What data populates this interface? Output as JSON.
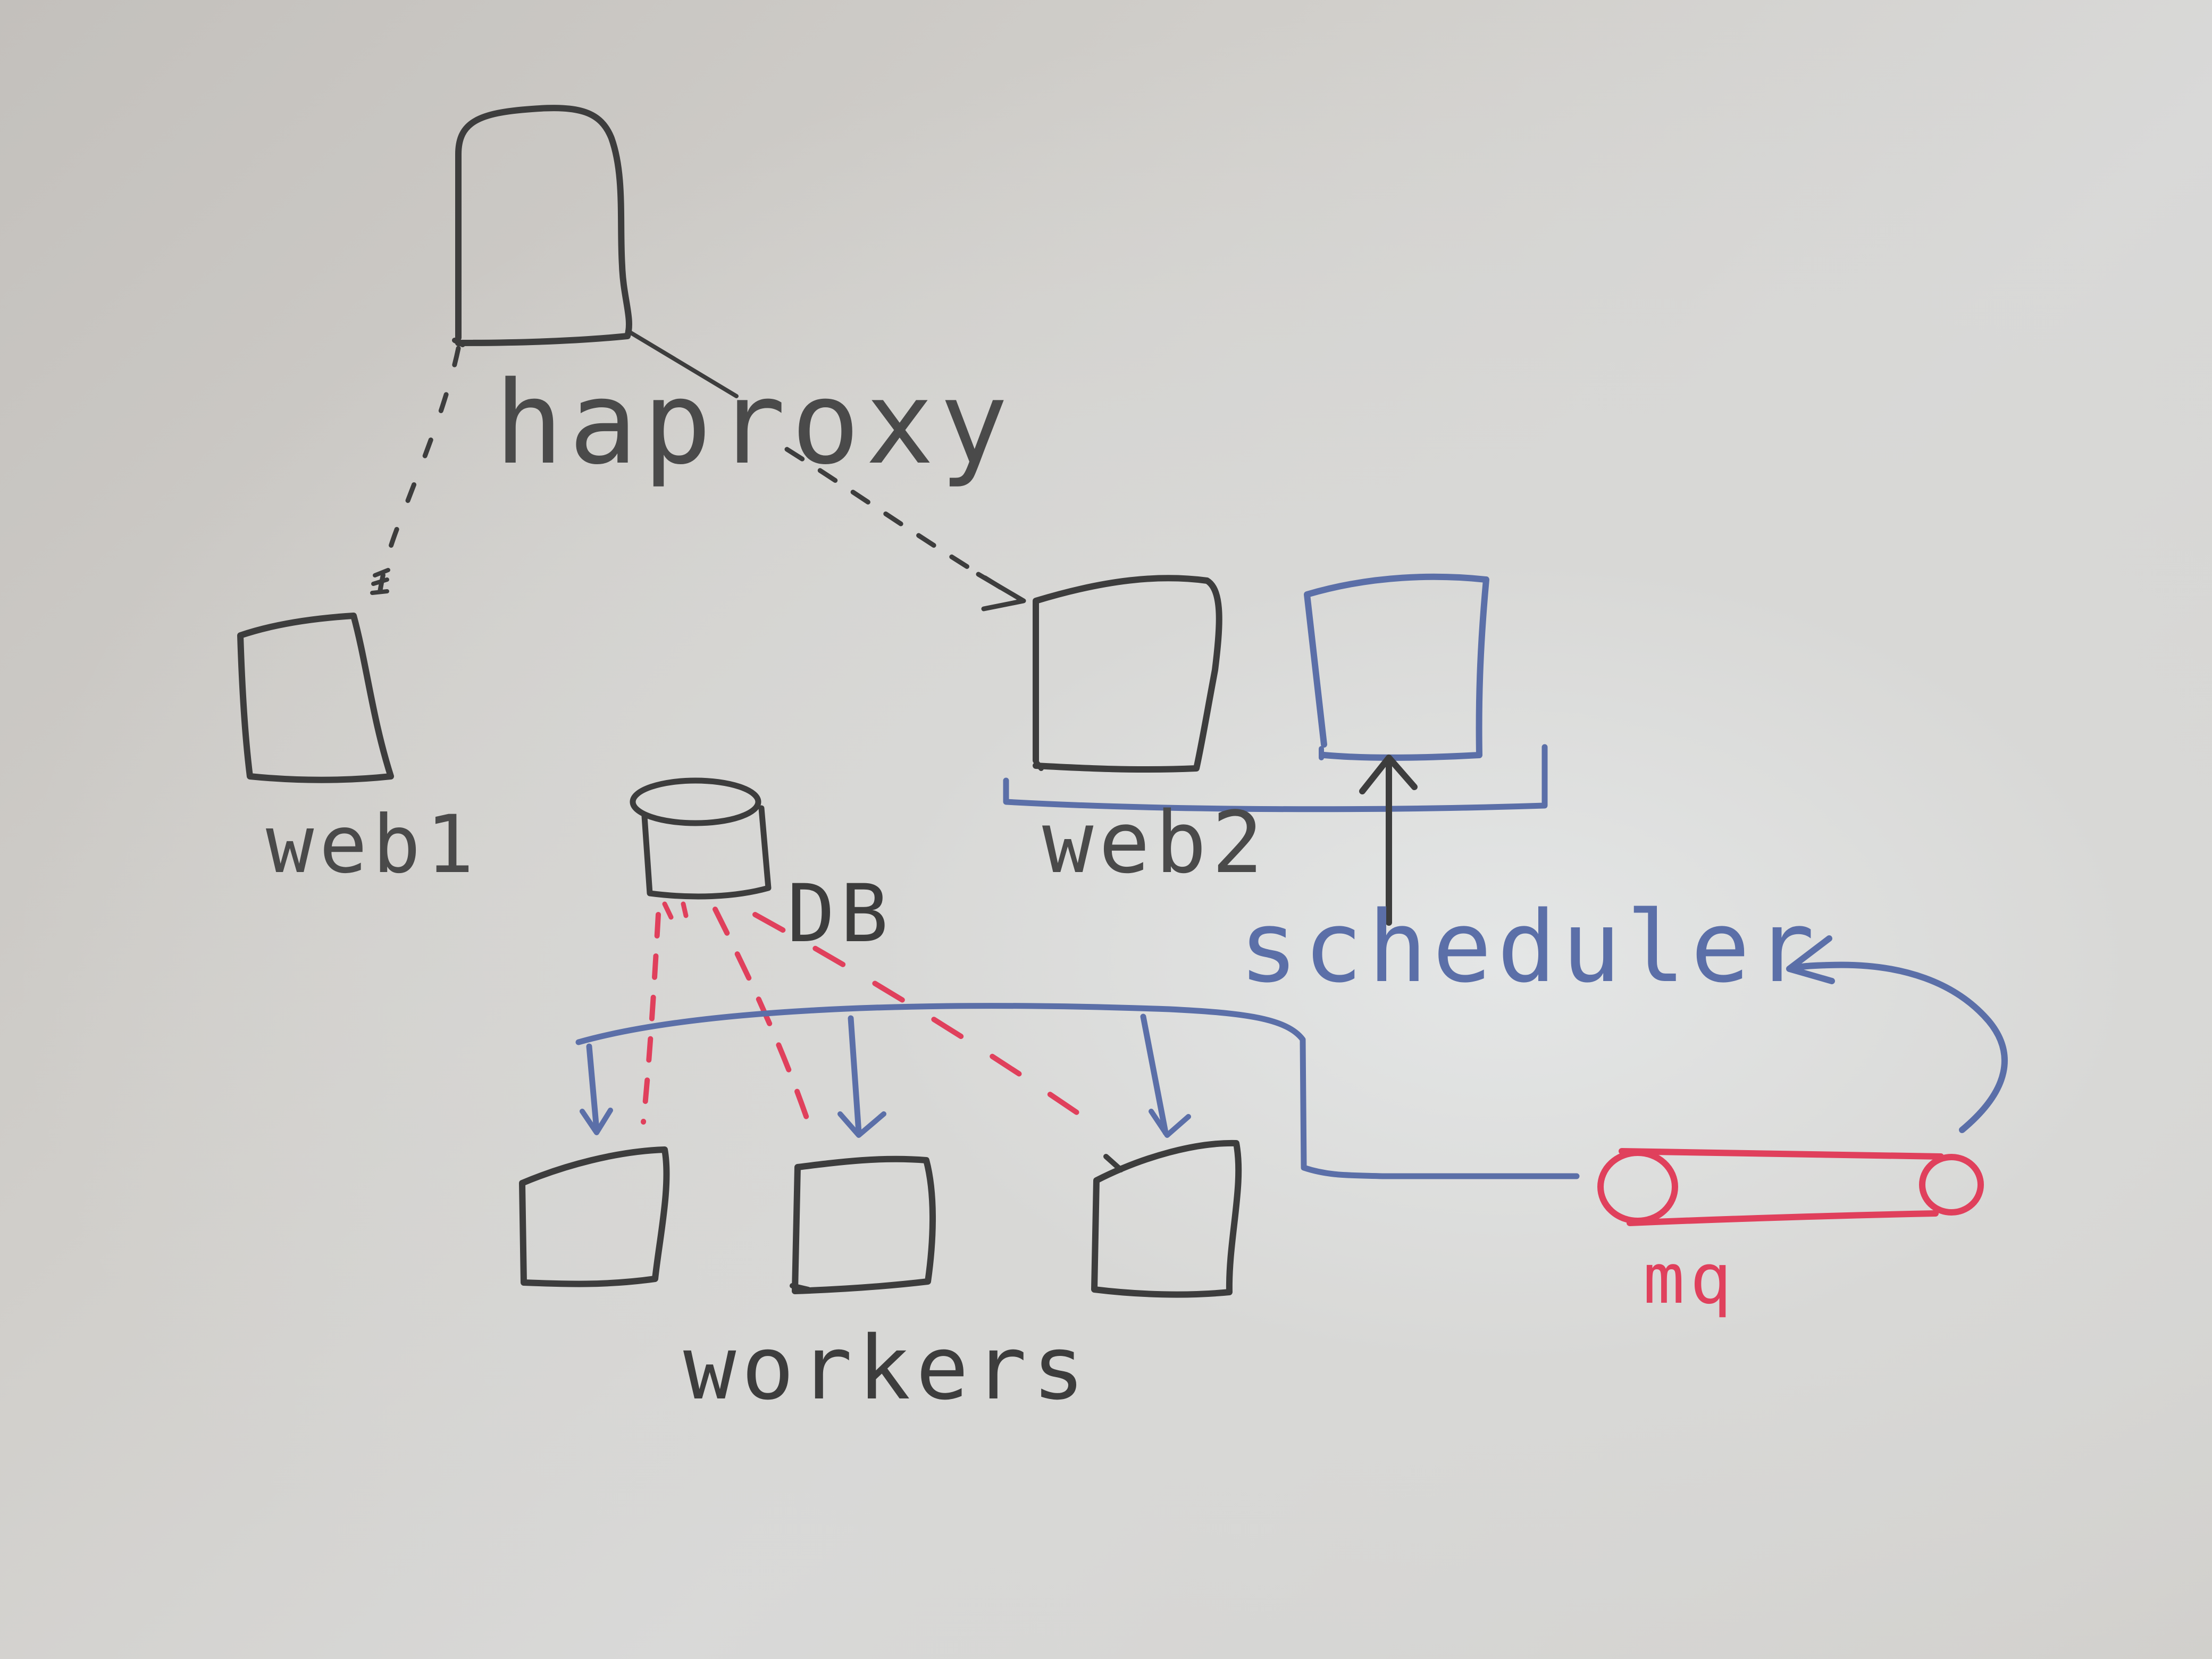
{
  "labels": {
    "haproxy": "haproxy",
    "web1": "web1",
    "web2": "web2",
    "db": "DB",
    "scheduler": "scheduler",
    "workers": "workers",
    "mq": "mq"
  },
  "colors": {
    "ink_black": "#3d3d3d",
    "ink_blue": "#5b6fa8",
    "ink_red": "#e0405c"
  }
}
